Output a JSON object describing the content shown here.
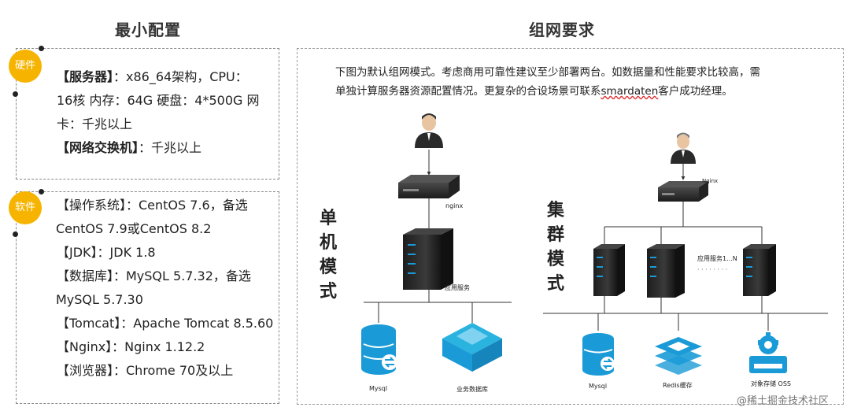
{
  "left": {
    "title": "最小配置",
    "hardware": {
      "badge": "硬件",
      "lines": [
        [
          "【服务器】",
          "：x86_64架构，CPU："
        ],
        [
          "",
          "16核 内存：64G 硬盘：4*500G 网"
        ],
        [
          "",
          "卡：千兆以上"
        ],
        [
          "【网络交换机】",
          "：千兆以上"
        ]
      ]
    },
    "software": {
      "badge": "软件",
      "lines": [
        "【操作系统】：CentOS 7.6，备选",
        "CentOS 7.9或CentOS 8.2",
        "【JDK】：JDK 1.8",
        "【数据库】：MySQL 5.7.32，备选",
        "MySQL 5.7.30",
        "【Tomcat】：Apache Tomcat 8.5.60",
        "【Nginx】：Nginx 1.12.2",
        "【浏览器】：Chrome 70及以上"
      ]
    }
  },
  "right": {
    "title": "组网要求",
    "intro_line1": "下图为默认组网模式。考虑商用可靠性建议至少部署两台。如数据量和性能要求比较高，需",
    "intro_line2_pre": "单独计算服务器资源配置情况。更复杂的合设场景可联系",
    "intro_line2_link": "smardaten",
    "intro_line2_post": "客户成功经理。",
    "single_mode_label": "单机模式",
    "cluster_mode_label": "集群模式",
    "single": {
      "nginx_label": "nginx",
      "app_label": "应用服务",
      "db1_label": "Mysql",
      "db2_label": "业务数据库"
    },
    "cluster": {
      "nginx_label": "Nginx",
      "app_n_label": "应用服务1...N",
      "dots": "· · · · · · · ·",
      "db1_label": "Mysql",
      "db2_label": "Redis缓存",
      "db3_label": "对象存储 OSS"
    }
  },
  "watermark": "@稀土掘金技术社区",
  "colors": {
    "badge": "#f6b400",
    "db_blue": "#1a9bd7",
    "server_dark": "#2b2b2b"
  }
}
